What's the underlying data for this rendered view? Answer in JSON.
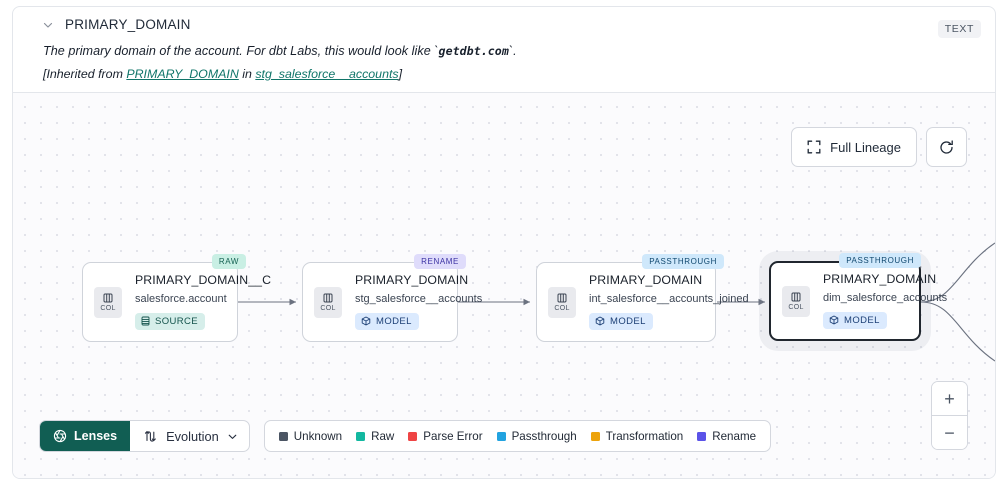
{
  "header": {
    "chevron_icon": "chevron-down-icon",
    "title": "PRIMARY_DOMAIN",
    "type_badge": "TEXT",
    "description_pre": "The primary domain of the account. For dbt Labs, this would look like `",
    "description_code": "getdbt.com",
    "description_post": "`.",
    "inherited_prefix": "[Inherited from ",
    "inherited_link": "PRIMARY_DOMAIN",
    "inherited_mid": " in ",
    "inherited_source": "stg_salesforce__accounts",
    "inherited_suffix": "]"
  },
  "controls": {
    "full_lineage_label": "Full Lineage",
    "full_lineage_icon": "expand-corners-icon",
    "refresh_icon": "refresh-icon",
    "zoom_in_label": "+",
    "zoom_out_label": "−"
  },
  "graph": {
    "nodes": [
      {
        "tag": "RAW",
        "tag_kind": "raw",
        "title": "PRIMARY_DOMAIN__C",
        "subtitle": "salesforce.account",
        "chip_label": "SOURCE",
        "chip_kind": "source",
        "chip_icon": "database-icon",
        "col_label": "COL",
        "col_icon": "column-icon",
        "selected": false
      },
      {
        "tag": "RENAME",
        "tag_kind": "rename",
        "title": "PRIMARY_DOMAIN",
        "subtitle": "stg_salesforce__accounts",
        "chip_label": "MODEL",
        "chip_kind": "model",
        "chip_icon": "cube-icon",
        "col_label": "COL",
        "col_icon": "column-icon",
        "selected": false
      },
      {
        "tag": "PASSTHROUGH",
        "tag_kind": "passthrough",
        "title": "PRIMARY_DOMAIN",
        "subtitle": "int_salesforce__accounts_joined",
        "chip_label": "MODEL",
        "chip_kind": "model",
        "chip_icon": "cube-icon",
        "col_label": "COL",
        "col_icon": "column-icon",
        "selected": false
      },
      {
        "tag": "PASSTHROUGH",
        "tag_kind": "passthrough",
        "title": "PRIMARY_DOMAIN",
        "subtitle": "dim_salesforce_accounts",
        "chip_label": "MODEL",
        "chip_kind": "model",
        "chip_icon": "cube-icon",
        "col_label": "COL",
        "col_icon": "column-icon",
        "selected": true
      }
    ]
  },
  "toolbar": {
    "lenses_label": "Lenses",
    "lenses_icon": "aperture-icon",
    "evolution_label": "Evolution",
    "evolution_icon": "evolution-icon",
    "evolution_chevron_icon": "chevron-down-icon"
  },
  "legend": {
    "items": [
      {
        "label": "Unknown",
        "color": "#4b5563"
      },
      {
        "label": "Raw",
        "color": "#13b8a0"
      },
      {
        "label": "Parse Error",
        "color": "#ef4444"
      },
      {
        "label": "Passthrough",
        "color": "#22a3e0"
      },
      {
        "label": "Transformation",
        "color": "#eda30b"
      },
      {
        "label": "Rename",
        "color": "#5b53e8"
      }
    ]
  }
}
